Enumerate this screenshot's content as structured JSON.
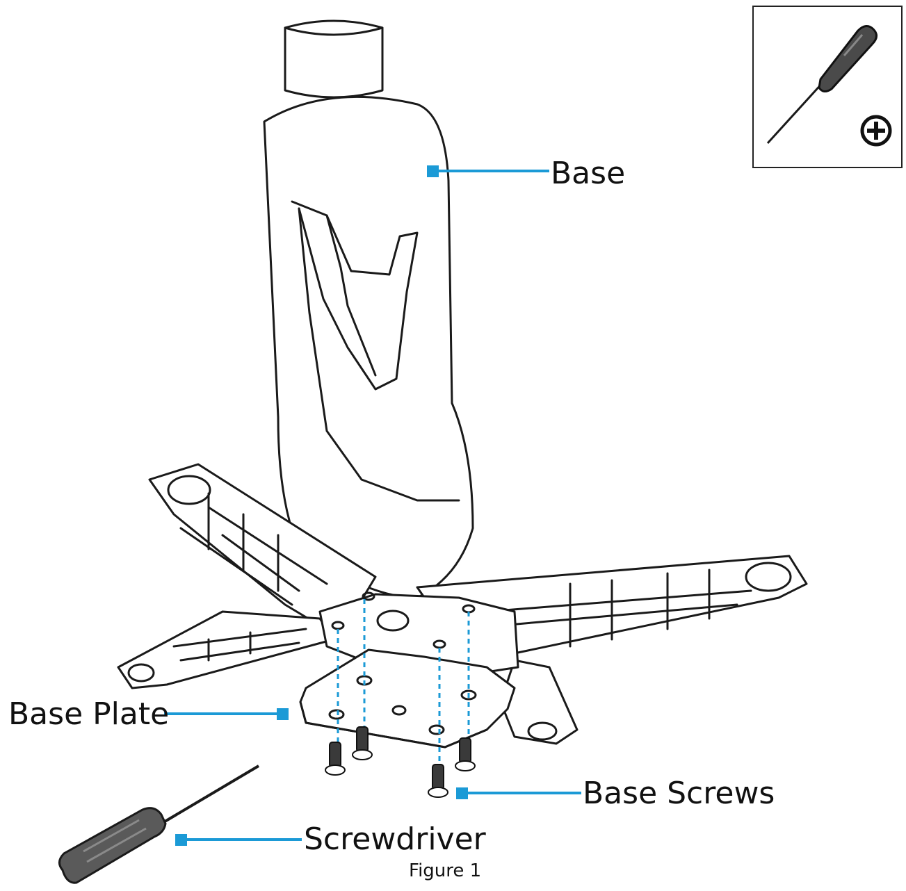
{
  "figure": {
    "caption": "Figure 1",
    "callouts": {
      "base": "Base",
      "base_plate": "Base Plate",
      "base_screws": "Base Screws",
      "screwdriver": "Screwdriver"
    }
  },
  "tool_box": {
    "tool_icon": "screwdriver-icon",
    "bit_icon": "phillips-head-icon"
  },
  "colors": {
    "leader": "#1b9ad6",
    "outline": "#1a1a1a",
    "handle": "#555555"
  }
}
